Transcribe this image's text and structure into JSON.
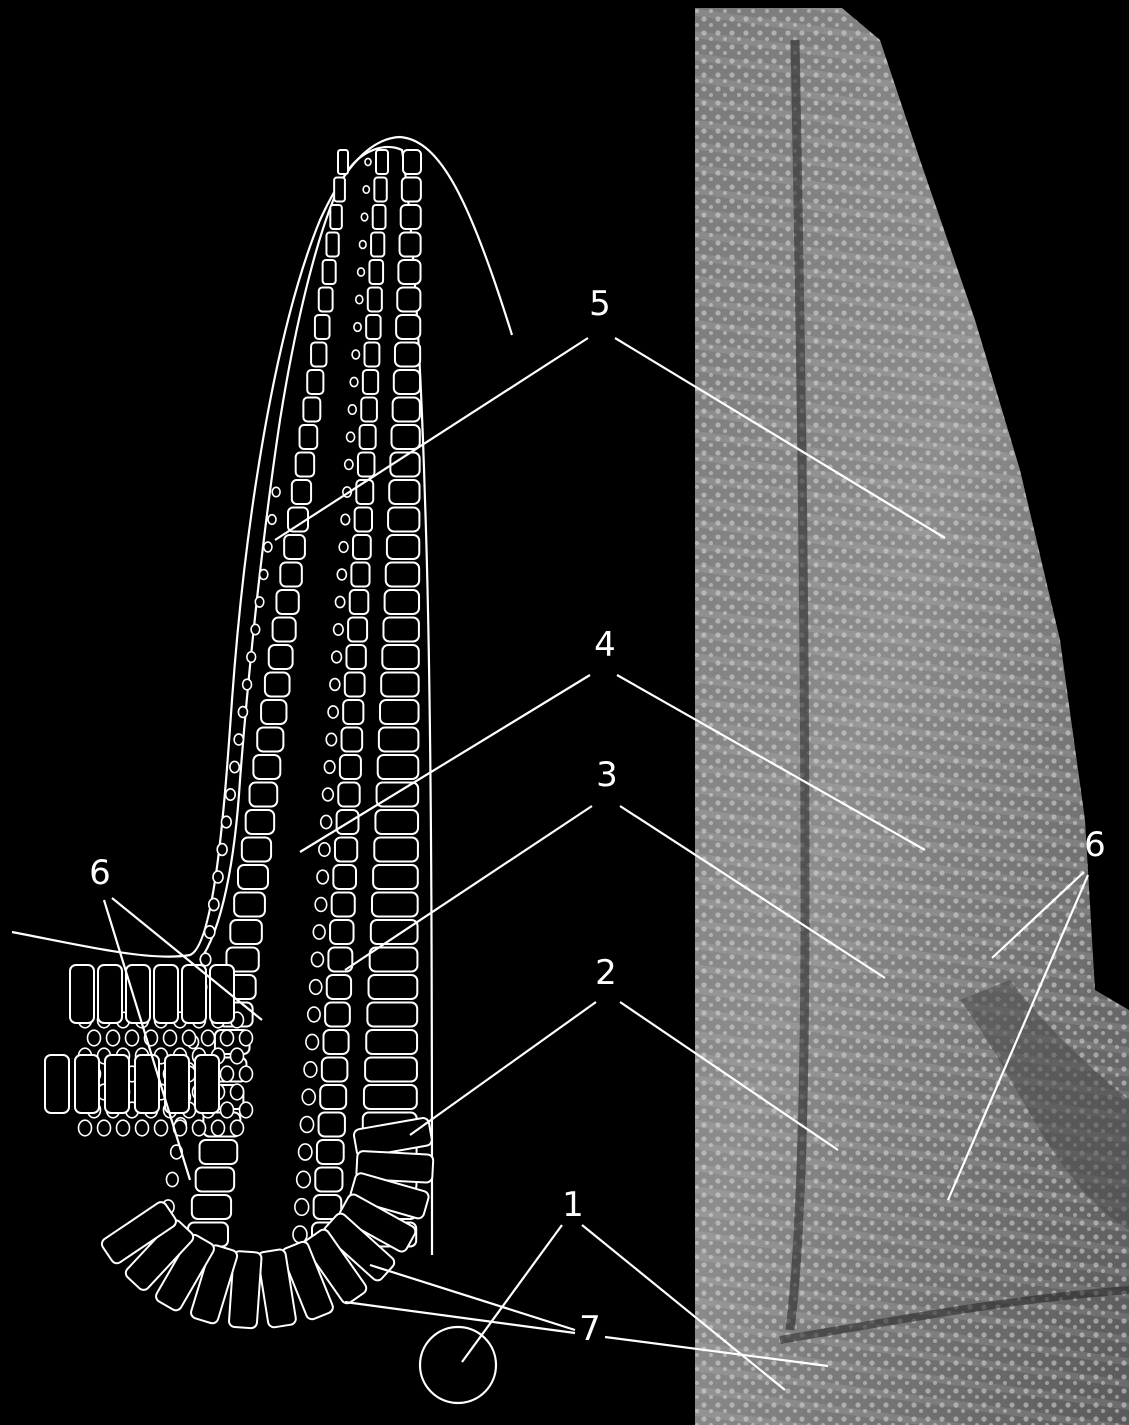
{
  "labels": {
    "l1": "1",
    "l2": "2",
    "l3": "3",
    "l4": "4",
    "l5": "5",
    "l6_left": "6",
    "l6_right": "6",
    "l7": "7"
  },
  "colors": {
    "background": "#000000",
    "line": "#ffffff",
    "photo_tone": "#a8a8a8"
  }
}
